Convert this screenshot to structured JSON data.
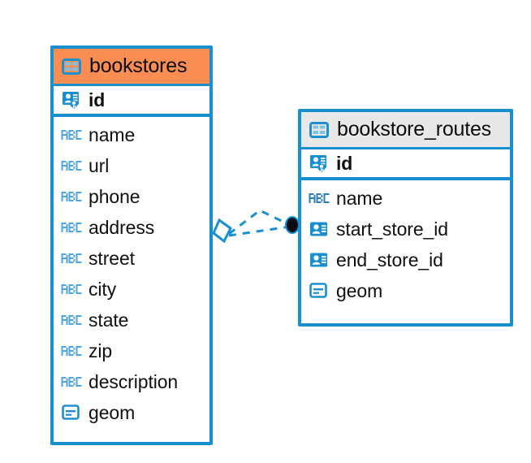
{
  "diagram": {
    "type": "entity-relationship-diagram",
    "background": "#ffffff",
    "colors": {
      "border": "#1890d0",
      "header_orange": "#f98d52",
      "header_grey": "#e8e8e8",
      "icon_blue": "#1890d0",
      "icon_light_blue": "#4ea6dd",
      "text": "#101010",
      "connector": "#1890d0"
    }
  },
  "entities": [
    {
      "name": "bookstores",
      "header_icon": "table-icon",
      "header_accent": "accent-orange",
      "primary_key": {
        "label": "id",
        "icon": "primary-key-icon"
      },
      "fields": [
        {
          "label": "name",
          "icon": "text-abc-icon"
        },
        {
          "label": "url",
          "icon": "text-abc-icon"
        },
        {
          "label": "phone",
          "icon": "text-abc-icon"
        },
        {
          "label": "address",
          "icon": "text-abc-icon"
        },
        {
          "label": "street",
          "icon": "text-abc-icon"
        },
        {
          "label": "city",
          "icon": "text-abc-icon"
        },
        {
          "label": "state",
          "icon": "text-abc-icon"
        },
        {
          "label": "zip",
          "icon": "text-abc-icon"
        },
        {
          "label": "description",
          "icon": "text-abc-icon"
        },
        {
          "label": "geom",
          "icon": "geometry-icon"
        }
      ]
    },
    {
      "name": "bookstore_routes",
      "header_icon": "table-icon",
      "header_accent": "accent-grey",
      "primary_key": {
        "label": "id",
        "icon": "primary-key-icon"
      },
      "fields": [
        {
          "label": "name",
          "icon": "text-abc-icon"
        },
        {
          "label": "start_store_id",
          "icon": "foreign-key-icon"
        },
        {
          "label": "end_store_id",
          "icon": "foreign-key-icon"
        },
        {
          "label": "geom",
          "icon": "geometry-icon"
        }
      ]
    }
  ],
  "relationships": [
    {
      "from": "bookstores",
      "to": "bookstore_routes",
      "from_marker": "diamond",
      "to_marker": "filled-circle",
      "line_style": "dashed",
      "branches": 2
    }
  ]
}
